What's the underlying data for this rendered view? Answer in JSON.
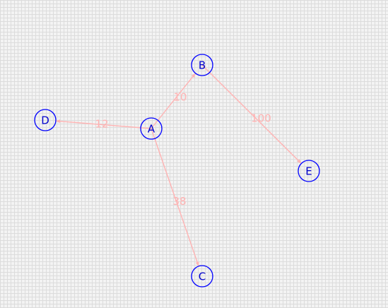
{
  "graph": {
    "nodes": [
      {
        "id": "A",
        "label": "A"
      },
      {
        "id": "B",
        "label": "B"
      },
      {
        "id": "C",
        "label": "C"
      },
      {
        "id": "D",
        "label": "D"
      },
      {
        "id": "E",
        "label": "E"
      }
    ],
    "edges": [
      {
        "from": "A",
        "to": "B",
        "label": "10"
      },
      {
        "from": "A",
        "to": "C",
        "label": "38"
      },
      {
        "from": "A",
        "to": "D",
        "label": "12"
      },
      {
        "from": "B",
        "to": "E",
        "label": "100"
      }
    ],
    "colors": {
      "edge": "#ffb3b3",
      "node_border": "#0000ff",
      "node_text": "#0000cc",
      "background": "#f3f3f3",
      "grid": "#dcdcdc"
    }
  }
}
